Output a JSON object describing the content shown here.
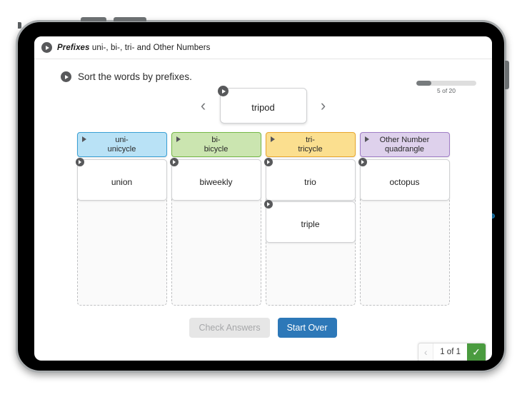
{
  "app": {
    "title_emphasis": "Prefixes",
    "title_rest": " uni-, bi-, tri- and Other Numbers",
    "title_full": "Prefixes uni-, bi-, tri- and Other Numbers",
    "header_audio_icon": "audio-play-icon"
  },
  "instruction": {
    "text": "Sort the words by prefixes.",
    "audio_icon": "audio-play-icon"
  },
  "progress": {
    "label": "5 of 20",
    "current": 5,
    "total": 20,
    "percent": 25,
    "track_color": "#dedede",
    "fill_color": "#777b7d"
  },
  "carousel": {
    "prev_label": "‹",
    "next_label": "›",
    "current_word": "tripod",
    "audio_icon": "audio-play-icon"
  },
  "columns": [
    {
      "id": "uni",
      "header_prefix": "uni-",
      "header_example": "unicycle",
      "bg_color": "#b9e2f6",
      "border_color": "#3aa0d4",
      "audio_icon": "audio-play-icon",
      "words": [
        "union"
      ]
    },
    {
      "id": "bi",
      "header_prefix": "bi-",
      "header_example": "bicycle",
      "bg_color": "#cbe5b0",
      "border_color": "#76b948",
      "audio_icon": "audio-play-icon",
      "words": [
        "biweekly"
      ]
    },
    {
      "id": "tri",
      "header_prefix": "tri-",
      "header_example": "tricycle",
      "bg_color": "#fbdf8f",
      "border_color": "#e8a72d",
      "audio_icon": "audio-play-icon",
      "words": [
        "trio",
        "triple"
      ]
    },
    {
      "id": "other",
      "header_prefix": "Other Number",
      "header_example": "quadrangle",
      "bg_color": "#ded1ec",
      "border_color": "#a07ec6",
      "audio_icon": "audio-play-icon",
      "words": [
        "octopus"
      ]
    }
  ],
  "footer": {
    "check_answers_label": "Check Answers",
    "check_answers_enabled": false,
    "start_over_label": "Start Over",
    "start_over_color": "#2d78b8"
  },
  "page_navigator": {
    "prev_label": "‹",
    "indicator": "1 of 1",
    "confirm_icon": "check-icon",
    "confirm_label": "✓",
    "confirm_color": "#4a9b3f"
  },
  "device": {
    "volume_up_icon": "volume-up-button",
    "volume_down_icon": "volume-down-button",
    "power_icon": "power-button",
    "camera_icon": "front-camera-icon"
  }
}
